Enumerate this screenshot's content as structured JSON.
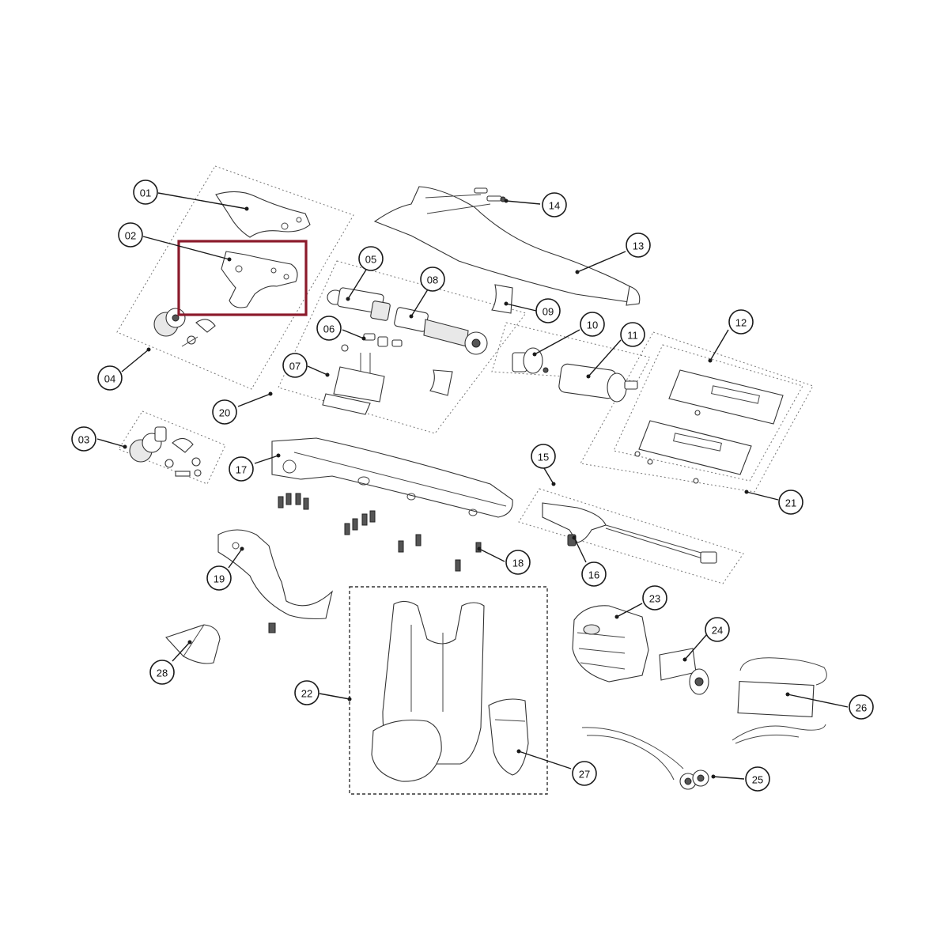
{
  "highlight": {
    "color": "#8b1a2b"
  },
  "labels": [
    {
      "id": "01",
      "text": "01"
    },
    {
      "id": "02",
      "text": "02"
    },
    {
      "id": "03",
      "text": "03"
    },
    {
      "id": "04",
      "text": "04"
    },
    {
      "id": "05",
      "text": "05"
    },
    {
      "id": "06",
      "text": "06"
    },
    {
      "id": "07",
      "text": "07"
    },
    {
      "id": "08",
      "text": "08"
    },
    {
      "id": "09",
      "text": "09"
    },
    {
      "id": "10",
      "text": "10"
    },
    {
      "id": "11",
      "text": "11"
    },
    {
      "id": "12",
      "text": "12"
    },
    {
      "id": "13",
      "text": "13"
    },
    {
      "id": "14",
      "text": "14"
    },
    {
      "id": "15",
      "text": "15"
    },
    {
      "id": "16",
      "text": "16"
    },
    {
      "id": "17",
      "text": "17"
    },
    {
      "id": "18",
      "text": "18"
    },
    {
      "id": "19",
      "text": "19"
    },
    {
      "id": "20",
      "text": "20"
    },
    {
      "id": "21",
      "text": "21"
    },
    {
      "id": "22",
      "text": "22"
    },
    {
      "id": "23",
      "text": "23"
    },
    {
      "id": "24",
      "text": "24"
    },
    {
      "id": "25",
      "text": "25"
    },
    {
      "id": "26",
      "text": "26"
    },
    {
      "id": "27",
      "text": "27"
    },
    {
      "id": "28",
      "text": "28"
    }
  ]
}
